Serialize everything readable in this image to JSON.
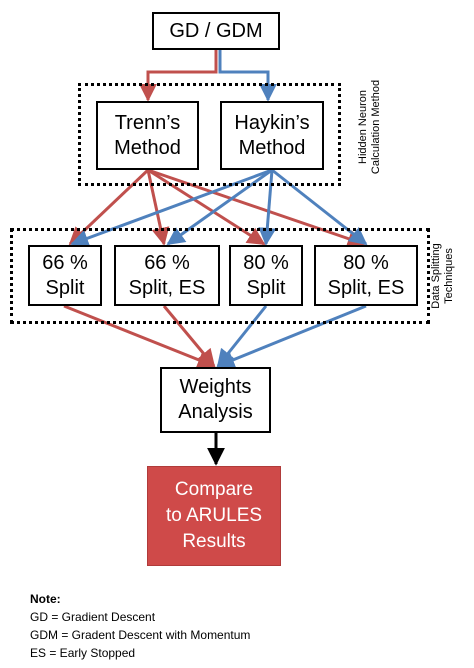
{
  "colors": {
    "red_arrow": "#c0504d",
    "blue_arrow": "#4f81bd",
    "result_fill": "#cf4a49",
    "dark_arrow": "#000000"
  },
  "nodes": {
    "gd_gdm": "GD / GDM",
    "trenn": "Trenn’s\nMethod",
    "haykin": "Haykin’s\nMethod",
    "split66": "66 %\nSplit",
    "split66es": "66 %\nSplit, ES",
    "split80": "80 %\nSplit",
    "split80es": "80 %\nSplit, ES",
    "weights": "Weights\nAnalysis",
    "compare": "Compare\nto ARULES\nResults"
  },
  "groups": {
    "hidden_neuron": "Hidden Neuron\nCalculation Method",
    "data_splitting": "Data Splitting\nTechniques"
  },
  "note": {
    "title": "Note:",
    "lines": [
      "GD = Gradient Descent",
      "GDM = Gradent Descent with Momentum",
      "ES = Early Stopped"
    ]
  }
}
